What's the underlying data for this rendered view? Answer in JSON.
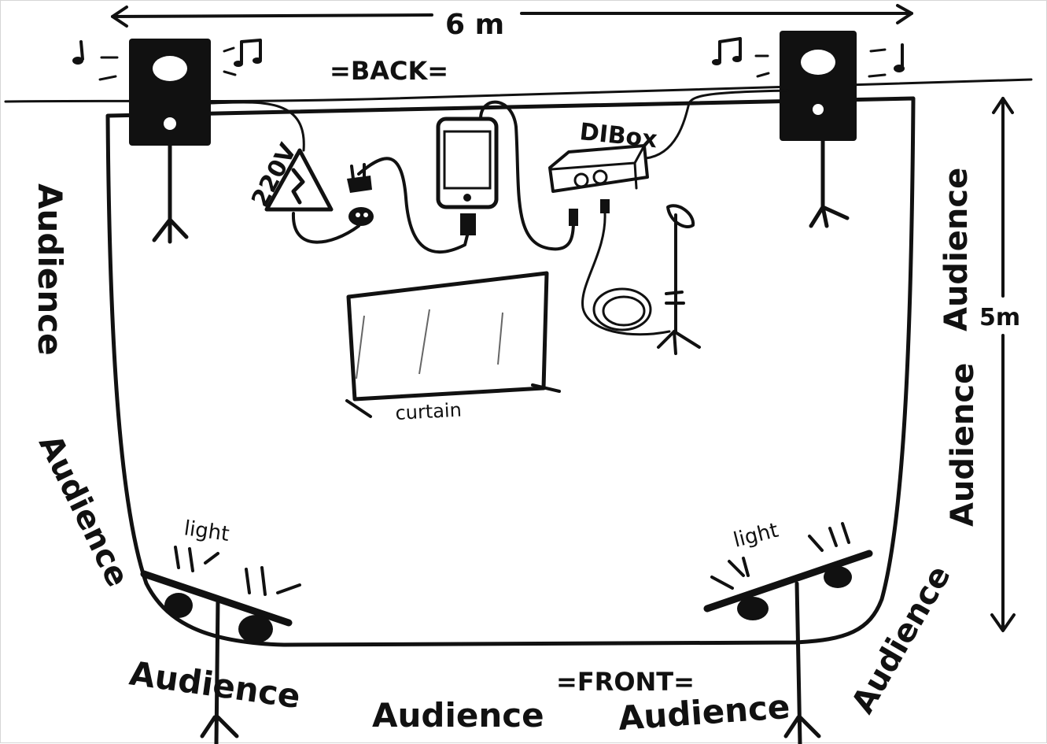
{
  "dimensions": {
    "width": "6 m",
    "depth": "5m"
  },
  "labels": {
    "back": "=BACK=",
    "front": "=FRONT=",
    "voltage": "220V",
    "di_box": "DIBox",
    "curtain": "curtain",
    "light_left": "light",
    "light_right": "light"
  },
  "audience": {
    "left_upper": "Audience",
    "left_lower": "Audience",
    "right_upper": "Audience",
    "right_mid": "Audience",
    "right_lower": "Audience",
    "bottom_left": "Audience",
    "bottom_center": "Audience",
    "bottom_right": "Audience"
  },
  "icons": [
    "speaker-icon",
    "music-note-icon",
    "high-voltage-icon",
    "power-plug-icon",
    "phone-icon",
    "di-box-icon",
    "microphone-icon",
    "stage-light-icon",
    "curtain-icon"
  ],
  "colors": {
    "ink": "#111111",
    "paper": "#ffffff"
  }
}
